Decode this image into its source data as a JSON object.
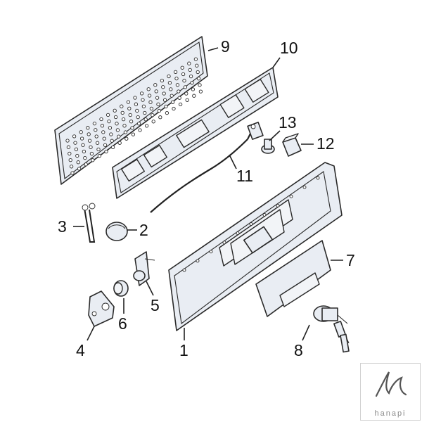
{
  "callouts": [
    {
      "id": "1",
      "label": "1"
    },
    {
      "id": "2",
      "label": "2"
    },
    {
      "id": "3",
      "label": "3"
    },
    {
      "id": "4",
      "label": "4"
    },
    {
      "id": "5",
      "label": "5"
    },
    {
      "id": "6",
      "label": "6"
    },
    {
      "id": "7",
      "label": "7"
    },
    {
      "id": "8",
      "label": "8"
    },
    {
      "id": "9",
      "label": "9"
    },
    {
      "id": "10",
      "label": "10"
    },
    {
      "id": "11",
      "label": "11"
    },
    {
      "id": "12",
      "label": "12"
    },
    {
      "id": "13",
      "label": "13"
    }
  ],
  "watermark": {
    "text": "hanapi"
  },
  "colors": {
    "line": "#2a2a2a",
    "fill": "#e9edf3",
    "label": "#111111"
  }
}
